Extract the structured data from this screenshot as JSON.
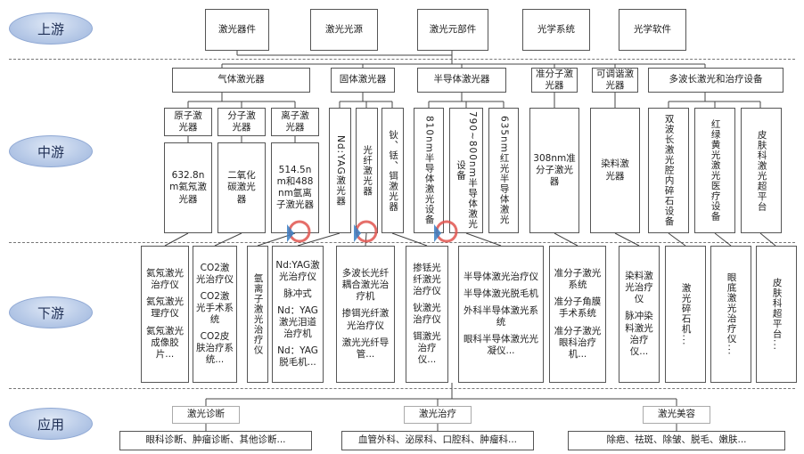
{
  "stages": {
    "upstream": "上游",
    "midstream": "中游",
    "downstream": "下游",
    "application": "应用"
  },
  "upstream": [
    "激光器件",
    "激光光源",
    "激光元部件",
    "光学系统",
    "光学软件"
  ],
  "mid_categories": {
    "gas": "气体激光器",
    "solid": "固体激光器",
    "semi": "半导体激光器",
    "excimer": "准分子激光器",
    "tunable": "可调谐激光器",
    "multi": "多波长激光和治疗设备"
  },
  "gas_sub": {
    "atom": "原子激光器",
    "molecule": "分子激光器",
    "ion": "离子激光器"
  },
  "mid_products": {
    "hene": "632.8nm氦氖激光器",
    "co2": "二氧化碳激光器",
    "argon": "514.5nm和488nm氩离子激光器",
    "ndyag": "Nd:YAG激光器",
    "fiber": "光纤激光器",
    "holmium": "钬、铥、铒激光器",
    "s810": "810nm半导体激光设备",
    "s790": "790~800nm半导体激光设备",
    "s635": "635nm红光半导体激光",
    "e308": "308nm准分子激光器",
    "dye": "染料激光器",
    "dual": "双波长激光腔内碎石设备",
    "rgy": "红绿黄光激光医疗设备",
    "skin": "皮肤科激光超平台"
  },
  "downstream": {
    "hene": [
      "氦氖激光治疗仪",
      "氦氖激光理疗仪",
      "氦氖激光成像胶片..."
    ],
    "co2": [
      "CO2激光治疗仪",
      "CO2激光手术系统",
      "CO2皮肤治疗系统..."
    ],
    "argon": "氩离子激光治疗仪",
    "ndyag": [
      "Nd:YAG激光治疗仪",
      "脉冲式",
      "Nd：YAG激光泪道治疗机",
      "Nd：YAG脱毛机..."
    ],
    "fiber": [
      "多波长光纤耦合激光治疗机",
      "掺铒光纤激光治疗仪",
      "激光光纤导管..."
    ],
    "holmium": [
      "掺铥光纤激光治疗仪",
      "钬激光治疗仪",
      "铒激光治疗仪..."
    ],
    "semi": [
      "半导体激光治疗仪",
      "半导体激光脱毛机",
      "外科半导体激光系统",
      "眼科半导体激光光凝仪..."
    ],
    "excimer": [
      "准分子激光系统",
      "准分子角膜手术系统",
      "准分子激光眼科治疗机..."
    ],
    "dye": [
      "染料激光治疗仪",
      "脉冲染料激光治疗仪..."
    ],
    "lith": "激光碎石机...",
    "eye": "眼底激光治疗仪...",
    "skin": "皮肤科超平台..."
  },
  "applications": [
    {
      "title": "激光诊断",
      "detail": "眼科诊断、肿瘤诊断、其他诊断..."
    },
    {
      "title": "激光治疗",
      "detail": "血管外科、泌尿科、口腔科、肿瘤科..."
    },
    {
      "title": "激光美容",
      "detail": "除疤、祛斑、除皱、脱毛、嫩肤..."
    }
  ]
}
